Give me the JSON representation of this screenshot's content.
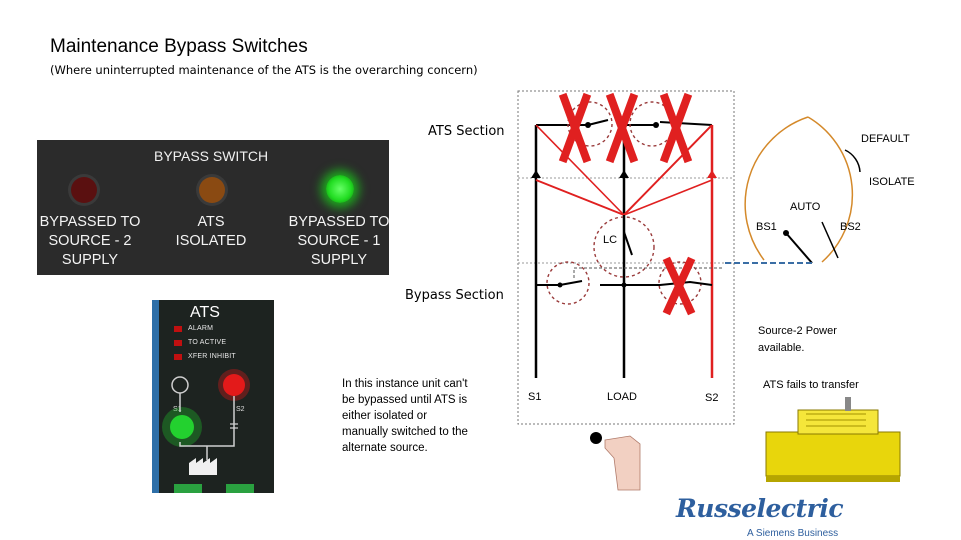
{
  "title": "Maintenance Bypass Switches",
  "subtitle": "(Where uninterrupted maintenance of the ATS is the overarching concern)",
  "bypass_panel": {
    "title": "BYPASS  SWITCH",
    "lamps": [
      {
        "label_lines": [
          "BYPASSED TO",
          "SOURCE - 2",
          "SUPPLY"
        ],
        "color": "#5a1010",
        "state": "off"
      },
      {
        "label_lines": [
          "ATS",
          "ISOLATED"
        ],
        "color": "#8a4a12",
        "state": "off"
      },
      {
        "label_lines": [
          "BYPASSED TO",
          "SOURCE - 1",
          "SUPPLY"
        ],
        "color": "#22dd22",
        "state": "on"
      }
    ]
  },
  "ats_controller": {
    "title": "ATS",
    "leds": [
      "ALARM",
      "TO ACTIVE",
      "XFER INHIBIT"
    ],
    "source_labels": [
      "S1",
      "S2"
    ]
  },
  "note": "In this instance unit can't be bypassed until ATS is either isolated or manually switched to the alternate source.",
  "diagram": {
    "ats_section": "ATS Section",
    "bypass_section": "Bypass Section",
    "lc": "LC",
    "bottom_labels": [
      "S1",
      "LOAD",
      "S2"
    ],
    "colors": {
      "source1": "#000000",
      "source2": "#e02020",
      "fault_mark": "#e02020"
    }
  },
  "selector": {
    "default": "DEFAULT",
    "isolate": "ISOLATE",
    "auto": "AUTO",
    "bs1": "BS1",
    "bs2": "BS2"
  },
  "status": {
    "source2": [
      "Source-2 Power",
      "available."
    ],
    "ats_fail": "ATS fails to transfer"
  },
  "logo": {
    "brand": "Russelectric",
    "tagline": "A Siemens Business"
  }
}
